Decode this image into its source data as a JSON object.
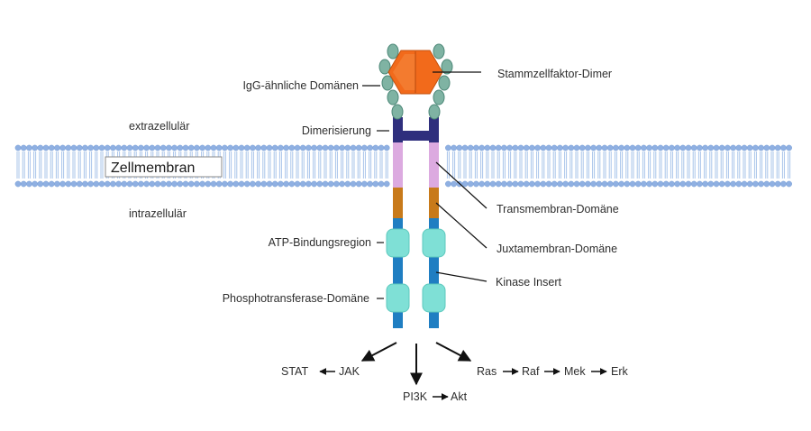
{
  "labels": {
    "ligand": "Stammzellfaktor-Dimer",
    "igg": "IgG-ähnliche Domänen",
    "extracellular": "extrazellulär",
    "dimerization": "Dimerisierung",
    "membrane": "Zellmembran",
    "transmembrane": "Transmembran-Domäne",
    "intracellular": "intrazellulär",
    "juxtamembrane": "Juxtamembran-Domäne",
    "atp": "ATP-Bindungsregion",
    "kinase_insert": "Kinase Insert",
    "phospho": "Phosphotransferase-Domäne"
  },
  "pathways": {
    "left": {
      "a": "STAT",
      "b": "JAK"
    },
    "middle": {
      "a": "PI3K",
      "b": "Akt"
    },
    "right": {
      "a": "Ras",
      "b": "Raf",
      "c": "Mek",
      "d": "Erk"
    }
  },
  "colors": {
    "lipid": "#a9c4ea",
    "lipid_head": "#8fb0e2",
    "ligand": "#f26a1b",
    "ligand_light": "#f79a55",
    "igg_bead": "#7fb3a3",
    "igg_bead_dark": "#4d8878",
    "dimer_bar": "#2f2f7d",
    "transmembrane": "#dcaae0",
    "juxtamembrane": "#c87a1a",
    "kinase_chain": "#1f7ec2",
    "kinase_domain": "#7fe0d6",
    "text": "#2e2e2e"
  }
}
